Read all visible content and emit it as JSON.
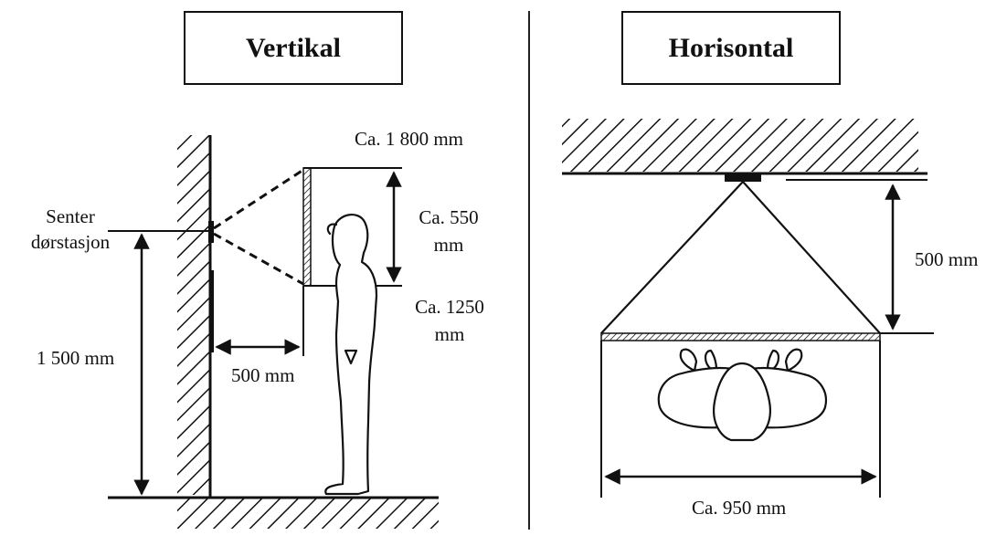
{
  "panels": {
    "vertical": {
      "title": "Vertikal",
      "labels": {
        "ceiling_height": "Ca. 1 800 mm",
        "center_line1": "Senter",
        "center_line2": "dørstasjon",
        "view_height_line1": "Ca. 550",
        "view_height_line2": "mm",
        "lower_height_line1": "Ca. 1250",
        "lower_height_line2": "mm",
        "mount_height": "1 500 mm",
        "distance": "500 mm"
      }
    },
    "horizontal": {
      "title": "Horisontal",
      "labels": {
        "distance": "500 mm",
        "width": "Ca. 950 mm"
      }
    }
  }
}
